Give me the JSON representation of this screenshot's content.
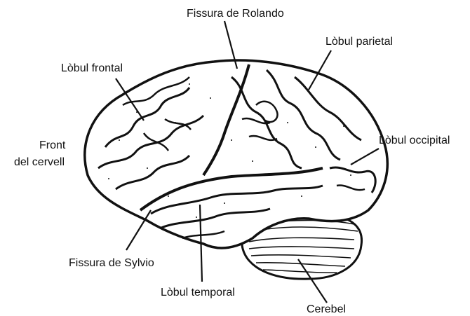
{
  "labels": {
    "rolando": "Fissura de Rolando",
    "parietal": "Lòbul parietal",
    "frontal": "Lòbul frontal",
    "front_line1": "Front",
    "front_line2": "del cervell",
    "occipital": "Lòbul occipital",
    "sylvio": "Fissura de Sylvio",
    "temporal": "Lòbul temporal",
    "cerebel": "Cerebel"
  },
  "colors": {
    "ink": "#111111",
    "background": "#ffffff"
  }
}
